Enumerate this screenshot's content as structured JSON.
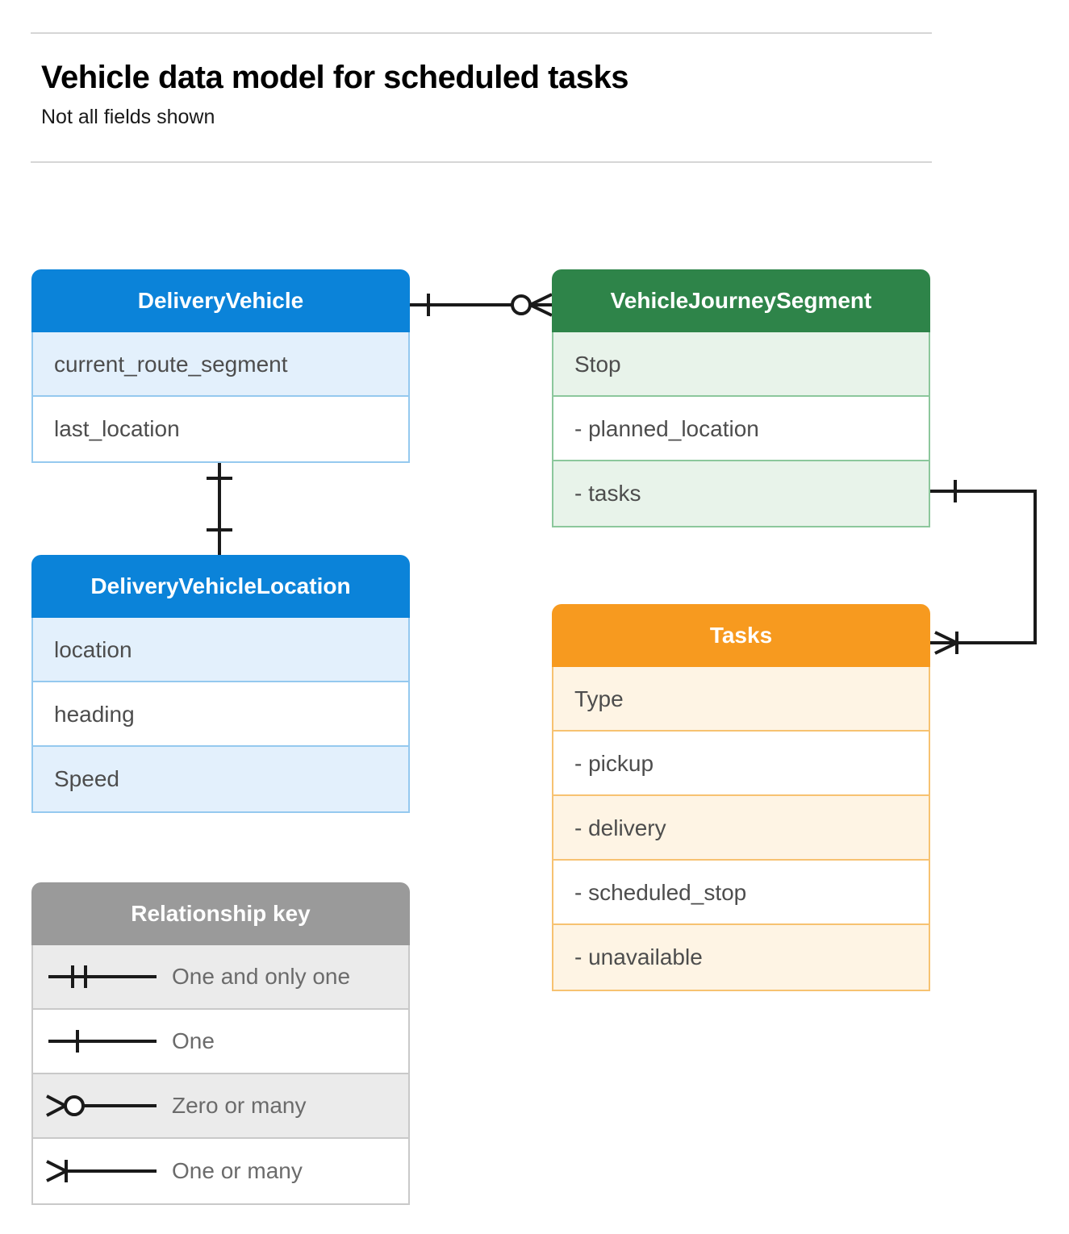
{
  "header": {
    "title": "Vehicle data model for scheduled tasks",
    "subtitle": "Not all fields shown"
  },
  "colors": {
    "blue_header": "#0b83d9",
    "blue_tint": "#e3f0fc",
    "blue_border": "#95c9ef",
    "green_header": "#2e8449",
    "green_tint": "#e8f3ea",
    "green_border": "#8cc79c",
    "orange_header": "#f79a1f",
    "orange_tint": "#fef4e4",
    "orange_border": "#f7c271",
    "gray_header": "#9a9a9a",
    "gray_tint": "#ebebeb",
    "gray_border": "#c9c9c9",
    "connector": "#1a1a1a",
    "rule": "#d6d6d6"
  },
  "entities": [
    {
      "id": "delivery-vehicle",
      "title": "DeliveryVehicle",
      "color": "blue",
      "rows": [
        {
          "label": "current_route_segment",
          "tinted": true
        },
        {
          "label": "last_location",
          "tinted": false
        }
      ]
    },
    {
      "id": "journey-segment",
      "title": "VehicleJourneySegment",
      "color": "green",
      "rows": [
        {
          "label": "Stop",
          "tinted": true
        },
        {
          "label": "-  planned_location",
          "tinted": false
        },
        {
          "label": "- tasks",
          "tinted": true
        }
      ]
    },
    {
      "id": "vehicle-location",
      "title": "DeliveryVehicleLocation",
      "color": "blue",
      "rows": [
        {
          "label": "location",
          "tinted": true
        },
        {
          "label": "heading",
          "tinted": false
        },
        {
          "label": "Speed",
          "tinted": true
        }
      ]
    },
    {
      "id": "tasks",
      "title": "Tasks",
      "color": "orange",
      "rows": [
        {
          "label": "Type",
          "tinted": true
        },
        {
          "label": "-  pickup",
          "tinted": false
        },
        {
          "label": "-  delivery",
          "tinted": true
        },
        {
          "label": "-  scheduled_stop",
          "tinted": false
        },
        {
          "label": "-  unavailable",
          "tinted": true
        }
      ]
    }
  ],
  "legend": {
    "title": "Relationship key",
    "items": [
      {
        "symbol": "one-and-only-one",
        "label": "One and only one",
        "tinted": true
      },
      {
        "symbol": "one",
        "label": "One",
        "tinted": false
      },
      {
        "symbol": "zero-or-many",
        "label": "Zero or many",
        "tinted": true
      },
      {
        "symbol": "one-or-many",
        "label": "One or many",
        "tinted": false
      }
    ]
  },
  "relationships": [
    {
      "id": "vehicle-to-segment",
      "from": "DeliveryVehicle",
      "to": "VehicleJourneySegment",
      "from_cardinality": "one",
      "to_cardinality": "zero-or-many"
    },
    {
      "id": "vehicle-to-location",
      "from": "DeliveryVehicle",
      "to": "DeliveryVehicleLocation",
      "from_cardinality": "one",
      "to_cardinality": "one"
    },
    {
      "id": "segment-tasks-to-tasks",
      "from": "VehicleJourneySegment",
      "to": "Tasks",
      "from_cardinality": "one",
      "to_cardinality": "one-or-many"
    }
  ]
}
